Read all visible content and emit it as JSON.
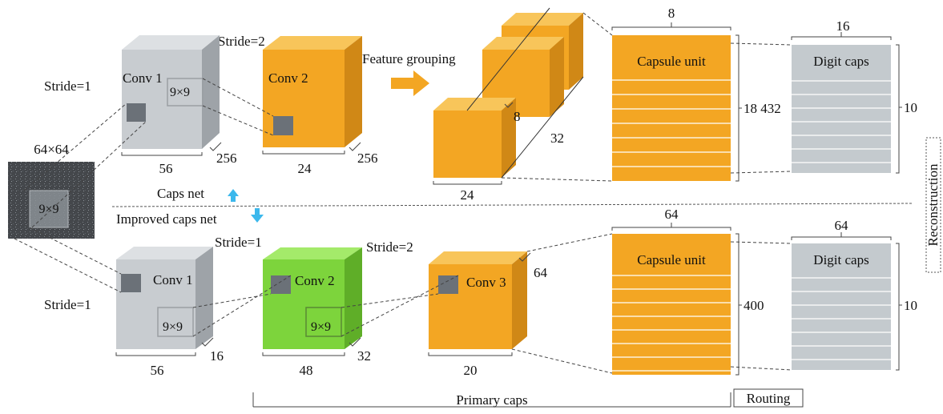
{
  "colors": {
    "gray_front": "#c8ccd0",
    "gray_top": "#dde0e3",
    "gray_side": "#9ea3a8",
    "orange_front": "#f3a623",
    "orange_top": "#f8c55a",
    "orange_side": "#d08816",
    "green_front": "#7dd43c",
    "green_top": "#a4ea6a",
    "green_side": "#5fae28",
    "arrow_orange": "#f3a623",
    "arrow_blue": "#3cb8ec",
    "kernel": "#6b7178"
  },
  "input": {
    "size_label": "64×64",
    "kernel_label": "9×9"
  },
  "top": {
    "stride1": "Stride=1",
    "stride2": "Stride=2",
    "conv1": {
      "label": "Conv 1",
      "kernel": "9×9",
      "width": "56",
      "depth": "256"
    },
    "conv2": {
      "label": "Conv 2",
      "width": "24",
      "depth": "256"
    },
    "grouping": "Feature grouping",
    "prim": {
      "depth": "8",
      "count": "32",
      "width": "24"
    },
    "capsule": {
      "label": "Capsule unit",
      "top": "8",
      "side": "18 432"
    },
    "digit": {
      "label": "Digit caps",
      "top": "16",
      "side": "10"
    }
  },
  "divider": {
    "caps_net": "Caps net",
    "improved": "Improved caps net"
  },
  "bottom": {
    "stride1_left": "Stride=1",
    "stride1_mid": "Stride=1",
    "stride2": "Stride=2",
    "conv1": {
      "label": "Conv 1",
      "kernel": "9×9",
      "width": "56",
      "depth": "16"
    },
    "conv2": {
      "label": "Conv 2",
      "kernel": "9×9",
      "width": "48",
      "depth": "32"
    },
    "conv3": {
      "label": "Conv 3",
      "width": "20",
      "depth": "64"
    },
    "capsule": {
      "label": "Capsule unit",
      "top": "64",
      "side": "400"
    },
    "digit": {
      "label": "Digit caps",
      "top": "64",
      "side": "10"
    }
  },
  "footer": {
    "primary": "Primary caps",
    "routing": "Routing"
  },
  "reconstruction": "Reconstruction"
}
